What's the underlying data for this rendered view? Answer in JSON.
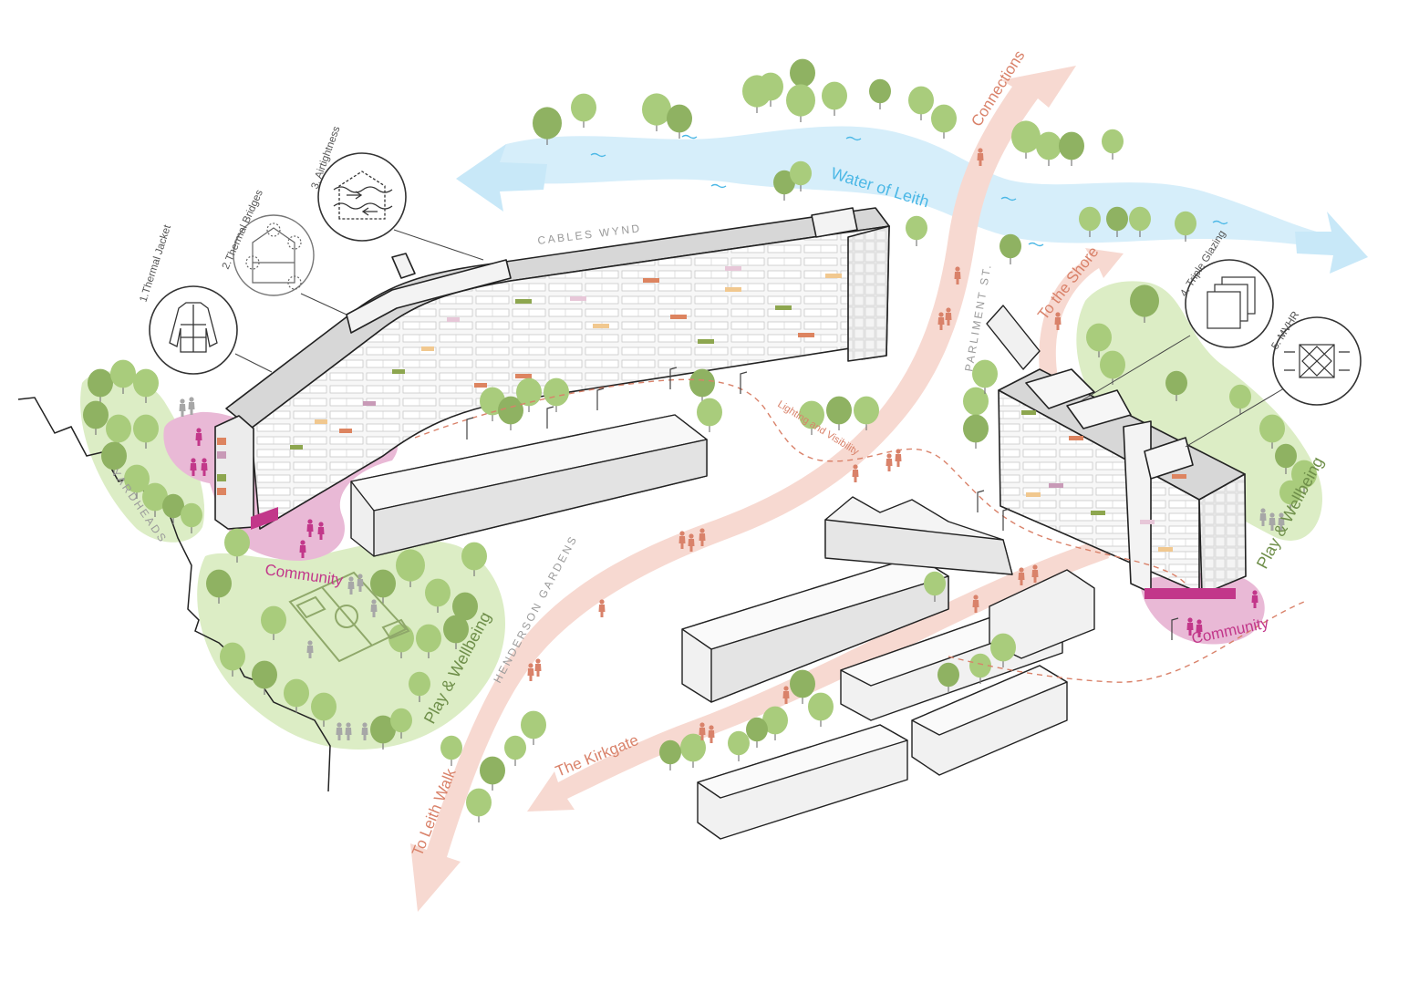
{
  "labels": {
    "water_of_leith": "Water of Leith",
    "connections": "Connections",
    "to_the_shore": "To the Shore",
    "the_kirkgate": "The Kirkgate",
    "to_leith_walk": "To Leith Walk",
    "lighting": "Lighting and Visibility",
    "community_left": "Community",
    "community_right": "Community",
    "play_left": "Play & Wellbeing",
    "play_right": "Play & Wellbeing"
  },
  "streets": {
    "cables_wynd": "CABLES WYND",
    "parliment": "PARLIMENT ST.",
    "henderson": "HENDERSON GARDENS",
    "yardheads": "YARDHEADS"
  },
  "measures": [
    {
      "label": "1.Thermal Jacket",
      "icon": "jacket-icon"
    },
    {
      "label": "2.Thermal Bridges",
      "icon": "house-section-icon"
    },
    {
      "label": "3. Airtightness",
      "icon": "airflow-house-icon"
    },
    {
      "label": "4. Triple Glazing",
      "icon": "glazing-panes-icon"
    },
    {
      "label": "5. MVHR",
      "icon": "mvhr-unit-icon"
    }
  ],
  "colors": {
    "tree": "#a9cc7c",
    "tree_dark": "#8fb262",
    "green_zone": "#dcedc5",
    "water": "#d6eefa",
    "water_arrow": "#c8e8f8",
    "route": "#f7d9d1",
    "route_text": "#d9826a",
    "community": "#e9b9d6",
    "community_text": "#c2378a",
    "building": "#ececec",
    "building_roof": "#d5d5d5",
    "play_text": "#6f8f4a"
  }
}
